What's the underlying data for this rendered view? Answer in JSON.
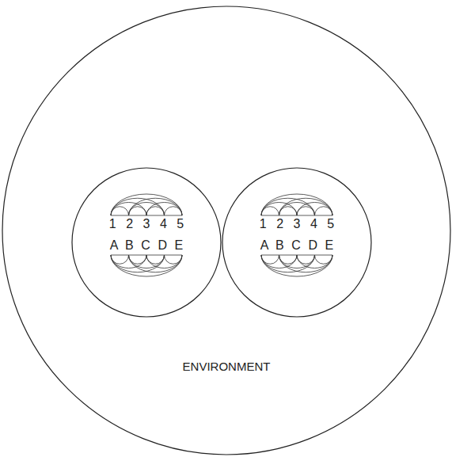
{
  "diagram": {
    "nodes": [
      {
        "text": [
          "ENVIRONMENT"
        ]
      },
      {
        "text": [
          "1 2 3 4 5",
          "A B C D E"
        ],
        "in": 0
      },
      {
        "text": [
          "1 2 3 4 5",
          "A B C D E"
        ],
        "in": 0
      }
    ]
  }
}
